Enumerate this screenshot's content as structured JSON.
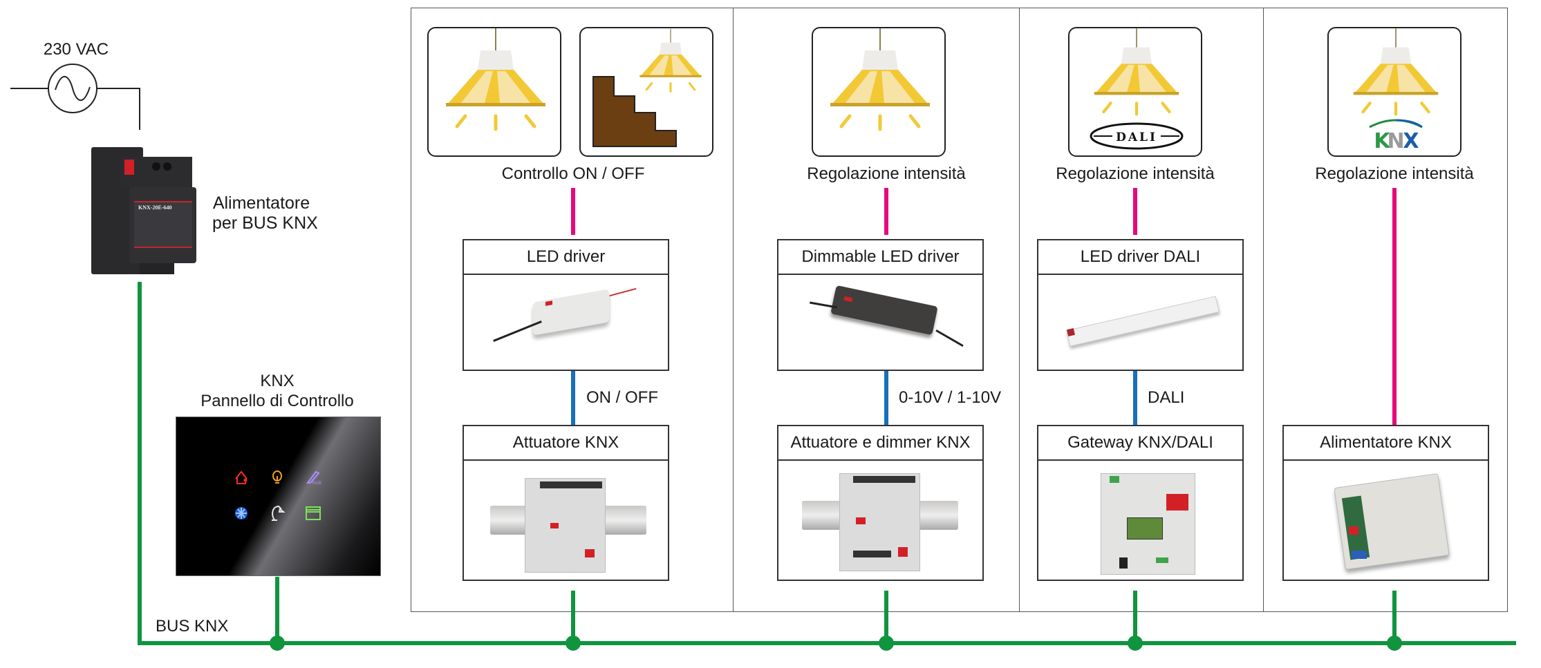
{
  "power": {
    "ac_label": "230 VAC",
    "supply_label_line1": "Alimentatore",
    "supply_label_line2": "per BUS KNX",
    "supply_model": "KNX-20E-640"
  },
  "panel": {
    "label_line1": "KNX",
    "label_line2": "Pannello di Controllo",
    "icons": [
      "home-icon",
      "bulb-icon",
      "rgb-brush-icon",
      "snowflake-icon",
      "lamp-icon",
      "blind-icon"
    ]
  },
  "bus": {
    "label": "BUS KNX"
  },
  "colors": {
    "bus": "#10943e",
    "load_link": "#e5097f",
    "control_link": "#1770b9",
    "lamp": "#f2c935"
  },
  "columns": [
    {
      "caption": "Controllo ON / OFF",
      "lamps": [
        "pendant-lamp",
        "stair-lamp"
      ],
      "driver": "LED driver",
      "link_label": "ON / OFF",
      "actuator": "Attuatore KNX",
      "control_link": true
    },
    {
      "caption": "Regolazione intensità",
      "lamps": [
        "pendant-lamp"
      ],
      "driver": "Dimmable LED driver",
      "link_label": "0-10V / 1-10V",
      "actuator": "Attuatore e dimmer KNX",
      "control_link": true
    },
    {
      "caption": "Regolazione intensità",
      "lamps": [
        "pendant-lamp-dali"
      ],
      "badge": "DALI",
      "driver": "LED driver DALI",
      "link_label": "DALI",
      "actuator": "Gateway KNX/DALI",
      "control_link": true
    },
    {
      "caption": "Regolazione intensità",
      "lamps": [
        "pendant-lamp-knx"
      ],
      "badge": "KNX",
      "actuator": "Alimentatore KNX",
      "control_link": false
    }
  ]
}
